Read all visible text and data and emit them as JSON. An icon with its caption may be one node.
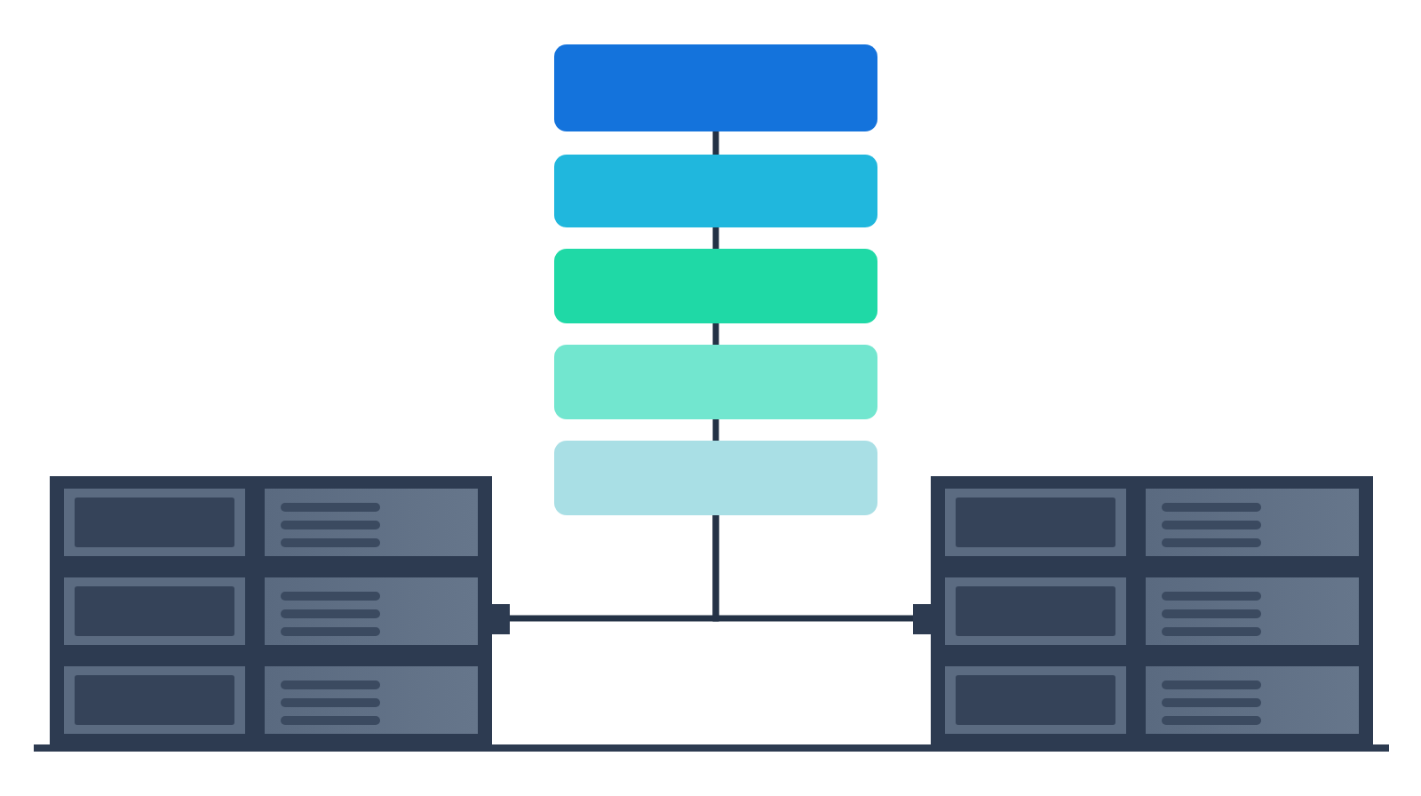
{
  "diagram": {
    "nodes": [
      {
        "text": [],
        "shape": "box"
      },
      {
        "text": [],
        "shape": "box"
      },
      {
        "text": [],
        "shape": "box"
      },
      {
        "text": [],
        "shape": "box"
      },
      {
        "text": [],
        "shape": "box"
      },
      {
        "text": [],
        "shape": "server"
      },
      {
        "text": [],
        "shape": "server"
      }
    ],
    "edges": [
      {
        "from": 0,
        "to": 1,
        "arrow": "none"
      },
      {
        "from": 1,
        "to": 2,
        "arrow": "none"
      },
      {
        "from": 2,
        "to": 3,
        "arrow": "none"
      },
      {
        "from": 3,
        "to": 4,
        "arrow": "none"
      },
      {
        "from": 4,
        "to": 5,
        "arrow": "none"
      },
      {
        "from": 4,
        "to": 6,
        "arrow": "none"
      }
    ]
  }
}
